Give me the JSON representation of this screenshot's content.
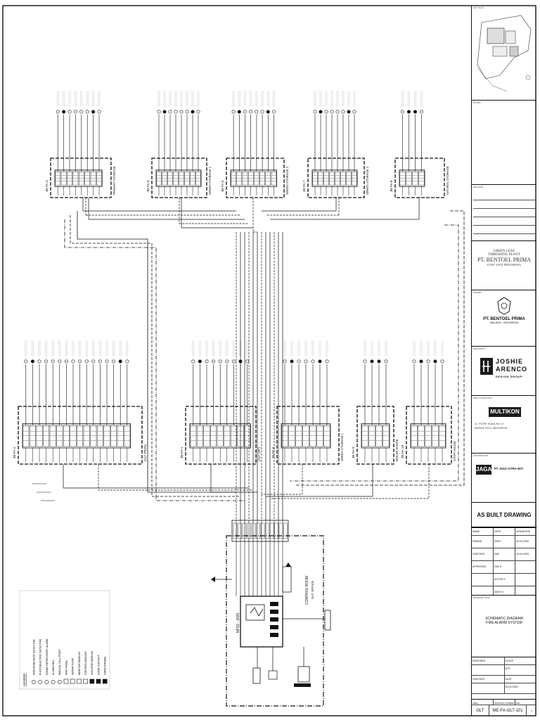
{
  "diagram": {
    "panel_label": "NFS2 - 3030",
    "control_room_label": "CONTROL ROOM",
    "control_room_sub": "GLT OFFICE",
    "top_boxes": [
      {
        "label": "JB-FA-3",
        "sub": "PRIMARY STORAGE",
        "cols": 8
      },
      {
        "label": "JB-FA-4",
        "sub": "GREEN STORAGE 1",
        "cols": 8
      },
      {
        "label": "JB-FA-5",
        "sub": "GREEN STORAGE 2",
        "cols": 8
      },
      {
        "label": "JB-FA-7",
        "sub": "GREEN STORAGE 2",
        "cols": 8
      },
      {
        "label": "JB-FA-8",
        "sub": "NATURAL STORAGE",
        "cols": 4
      }
    ],
    "bottom_boxes": [
      {
        "label": "JB-FA-2",
        "sub": "(GLT PROD)",
        "cols": 16
      },
      {
        "label": "JB-FA-1",
        "sub": "(GLT OFF)",
        "cols": 9
      },
      {
        "label": "JB-FA-6",
        "sub": "GREEN STORAGE 1",
        "cols": 7
      },
      {
        "label": "JB-FA-9",
        "sub": "BOILER HOUSE",
        "cols": 4
      },
      {
        "label": "JB-FA-10",
        "sub": "STAFF HOUSE",
        "cols": 5
      }
    ]
  },
  "legend": {
    "title": "LEGEND",
    "items": [
      "PRESSURE/HEAT DETECTOR",
      "PHOTOELECTRIC DETECTOR",
      "ROOM SUPERVISORY ALARM",
      "ALARM BELL",
      "MANUAL CALL POINT",
      "MAIN PANEL",
      "WATER FLOW",
      "MONITOR MODULE",
      "CONTROL MODULE",
      "ISOLATOR MODULE",
      "DOOR CONTACT",
      "HORN/STROBE"
    ]
  },
  "title_block": {
    "project_line1": "GREEN LEAF",
    "project_line2": "THRESHING PLANT",
    "client": "PT. BENTOEL PRIMA",
    "location_top": "EAST JAVA INDONESIA",
    "owner_name": "PT. BENTOEL PRIMA",
    "owner_sub": "MALANG - INDONESIA",
    "architect_line1": "JOSHIE",
    "architect_line2": "ARENCO",
    "architect_sub": "DESIGN GROUP",
    "mep": "MULTIKON",
    "mep_sub1": "JL. PUTRI HIJAU NO.12",
    "mep_sub2": "MEDAN 20111 INDONESIA",
    "contractor": "JAGA",
    "contractor_name": "PT JAGA CITRA INTI",
    "status": "AS BUILT DRAWING",
    "sign_rows": [
      {
        "role": "DRAWN",
        "name": "DEDY",
        "date": "20-04-2009"
      },
      {
        "role": "CHECKED",
        "name": "DWI",
        "date": "20-04-2009"
      },
      {
        "role": "APPROVED",
        "name": "DWI S",
        "date": ""
      },
      {
        "role": "",
        "name": "ANTON S",
        "date": ""
      },
      {
        "role": "",
        "name": "DEDY S",
        "date": ""
      }
    ],
    "drawing_title_1": "SCHEMATIC DIAGRAM",
    "drawing_title_2": "FIRE ALARM SYSTEM",
    "scale": "NTS",
    "date": "20-04-2009",
    "area": "GLT",
    "drawing_no": "ME-FA-GLT-101",
    "revision": "1"
  }
}
